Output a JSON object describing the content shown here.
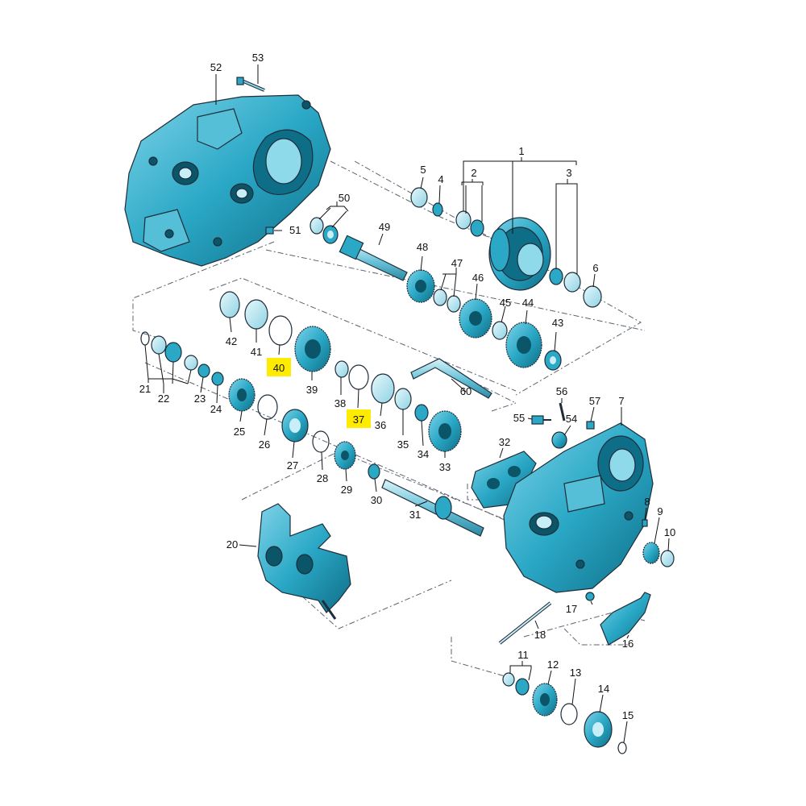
{
  "colors": {
    "part_fill": "#2aa8c6",
    "part_light": "#c8eef7",
    "part_dark": "#0f6e87",
    "highlight": "#ffeb00",
    "label": "#111111"
  },
  "labels": [
    {
      "id": "1",
      "text": "1"
    },
    {
      "id": "2",
      "text": "2"
    },
    {
      "id": "3",
      "text": "3"
    },
    {
      "id": "4",
      "text": "4"
    },
    {
      "id": "5",
      "text": "5"
    },
    {
      "id": "6",
      "text": "6"
    },
    {
      "id": "7",
      "text": "7"
    },
    {
      "id": "8",
      "text": "8"
    },
    {
      "id": "9",
      "text": "9"
    },
    {
      "id": "10",
      "text": "10"
    },
    {
      "id": "11",
      "text": "11"
    },
    {
      "id": "12",
      "text": "12"
    },
    {
      "id": "13",
      "text": "13"
    },
    {
      "id": "14",
      "text": "14"
    },
    {
      "id": "15",
      "text": "15"
    },
    {
      "id": "16",
      "text": "16"
    },
    {
      "id": "17",
      "text": "17"
    },
    {
      "id": "18",
      "text": "18"
    },
    {
      "id": "20",
      "text": "20"
    },
    {
      "id": "21",
      "text": "21"
    },
    {
      "id": "22",
      "text": "22"
    },
    {
      "id": "23",
      "text": "23"
    },
    {
      "id": "24",
      "text": "24"
    },
    {
      "id": "25",
      "text": "25"
    },
    {
      "id": "26",
      "text": "26"
    },
    {
      "id": "27",
      "text": "27"
    },
    {
      "id": "28",
      "text": "28"
    },
    {
      "id": "29",
      "text": "29"
    },
    {
      "id": "30",
      "text": "30"
    },
    {
      "id": "31",
      "text": "31"
    },
    {
      "id": "32",
      "text": "32"
    },
    {
      "id": "33",
      "text": "33"
    },
    {
      "id": "34",
      "text": "34"
    },
    {
      "id": "35",
      "text": "35"
    },
    {
      "id": "36",
      "text": "36"
    },
    {
      "id": "37",
      "text": "37",
      "highlight": true
    },
    {
      "id": "38",
      "text": "38"
    },
    {
      "id": "39",
      "text": "39"
    },
    {
      "id": "40",
      "text": "40",
      "highlight": true
    },
    {
      "id": "41",
      "text": "41"
    },
    {
      "id": "42",
      "text": "42"
    },
    {
      "id": "43",
      "text": "43"
    },
    {
      "id": "44",
      "text": "44"
    },
    {
      "id": "45",
      "text": "45"
    },
    {
      "id": "46",
      "text": "46"
    },
    {
      "id": "47",
      "text": "47"
    },
    {
      "id": "48",
      "text": "48"
    },
    {
      "id": "49",
      "text": "49"
    },
    {
      "id": "50",
      "text": "50"
    },
    {
      "id": "51",
      "text": "51"
    },
    {
      "id": "52",
      "text": "52"
    },
    {
      "id": "53",
      "text": "53"
    },
    {
      "id": "54",
      "text": "54"
    },
    {
      "id": "55",
      "text": "55"
    },
    {
      "id": "56",
      "text": "56"
    },
    {
      "id": "57",
      "text": "57"
    },
    {
      "id": "60",
      "text": "60"
    }
  ]
}
